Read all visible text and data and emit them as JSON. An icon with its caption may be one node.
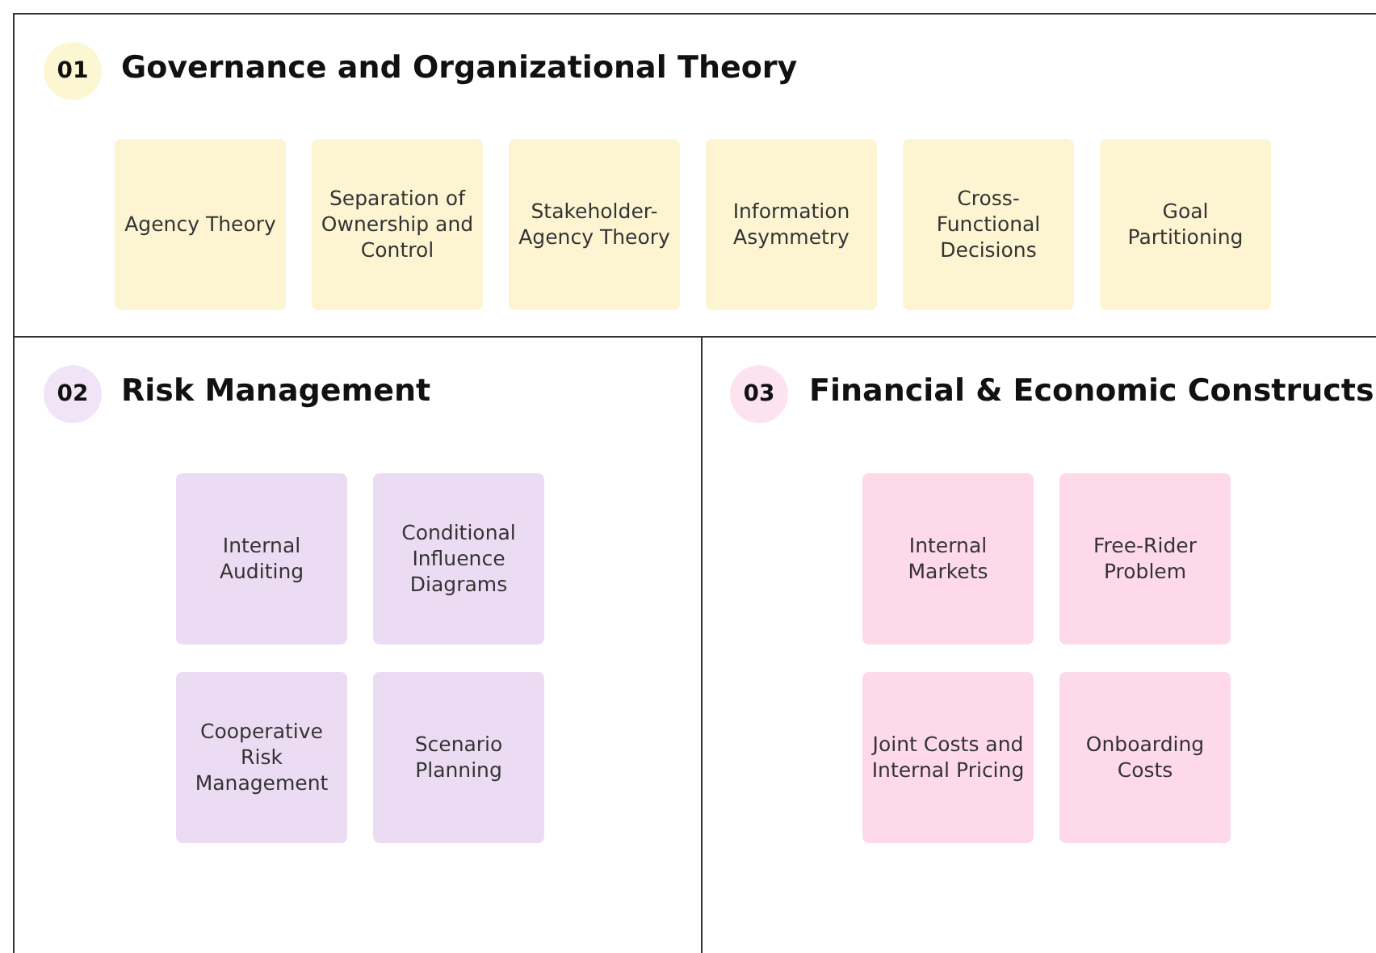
{
  "diagram": {
    "nodes": [
      {
        "text": [
          "Governance and Organizational Theory"
        ]
      },
      {
        "text": [
          "01"
        ],
        "in": 0
      },
      {
        "text": [
          "Agency Theory"
        ],
        "in": 0
      },
      {
        "text": [
          "Separation of Ownership and Control"
        ],
        "in": 0
      },
      {
        "text": [
          "Stakeholder-Agency Theory"
        ],
        "in": 0
      },
      {
        "text": [
          "Information Asymmetry"
        ],
        "in": 0
      },
      {
        "text": [
          "Cross-Functional Decisions"
        ],
        "in": 0
      },
      {
        "text": [
          "Goal Partitioning"
        ],
        "in": 0
      },
      {
        "text": [
          "Risk Management"
        ]
      },
      {
        "text": [
          "02"
        ],
        "in": 8
      },
      {
        "text": [
          "Internal Auditing"
        ],
        "in": 8
      },
      {
        "text": [
          "Conditional Influence Diagrams"
        ],
        "in": 8
      },
      {
        "text": [
          "Cooperative Risk Management"
        ],
        "in": 8
      },
      {
        "text": [
          "Scenario Planning"
        ],
        "in": 8
      },
      {
        "text": [
          "Financial & Economic Constructs"
        ]
      },
      {
        "text": [
          "03"
        ],
        "in": 14
      },
      {
        "text": [
          "Internal Markets"
        ],
        "in": 14
      },
      {
        "text": [
          "Free-Rider Problem"
        ],
        "in": 14
      },
      {
        "text": [
          "Joint Costs and Internal Pricing"
        ],
        "in": 14
      },
      {
        "text": [
          "Onboarding Costs"
        ],
        "in": 14
      }
    ],
    "edges": []
  }
}
